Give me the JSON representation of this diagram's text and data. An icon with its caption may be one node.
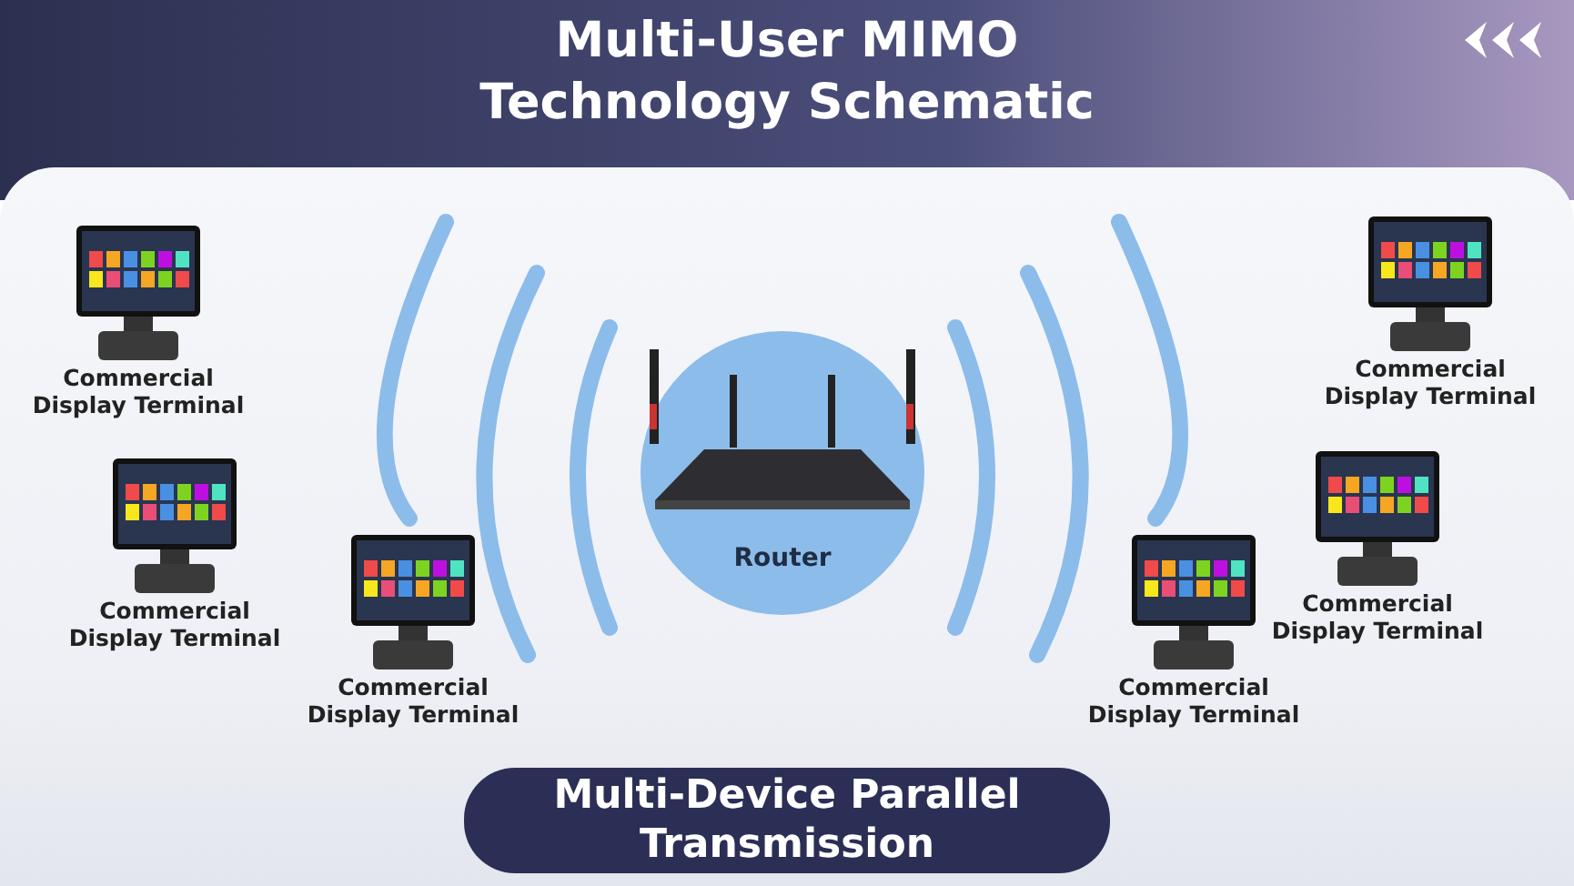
{
  "diagram": {
    "title": "Multi-User MIMO Technology Schematic",
    "nodes": [
      {
        "text": [
          "Commercial Display Terminal"
        ]
      },
      {
        "text": [
          "Commercial Display Terminal"
        ]
      },
      {
        "text": [
          "Router"
        ]
      },
      {
        "text": [
          "Commercial Display Terminal"
        ]
      },
      {
        "text": [
          "Commercial Display Terminal"
        ]
      },
      {
        "text": [
          "Commercial Display Terminal"
        ]
      },
      {
        "text": [
          "Commercial Display Terminal"
        ]
      },
      {
        "text": [
          "Multi-Device Parallel Transmission"
        ]
      }
    ]
  }
}
